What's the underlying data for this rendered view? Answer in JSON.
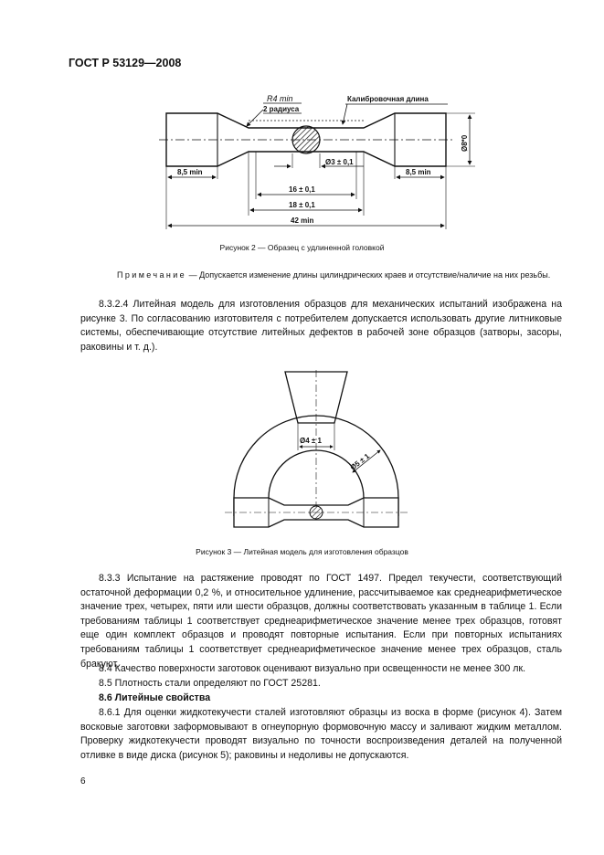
{
  "header": "ГОСТ Р 53129—2008",
  "figure2": {
    "labels": {
      "r4": "R4 min",
      "radii": "2 радиуса",
      "calib": "Калибровочная длина",
      "diam_head": "Ø8*0",
      "left_len": "8,5 min",
      "right_len": "8,5 min",
      "d3": "Ø3 ± 0,1",
      "l16": "16 ± 0,1",
      "l18": "18 ± 0,1",
      "l42": "42 min"
    },
    "caption": "Рисунок 2 — Образец с удлиненной головкой"
  },
  "note": {
    "label": "Примечание",
    "text": " — Допускается изменение длины цилиндрических краев и отсутствие/наличие на них резьбы."
  },
  "p_8324": "8.3.2.4 Литейная модель для изготовления образцов для механических испытаний изображена на рисунке 3. По согласованию изготовителя с потребителем допускается использовать другие литниковые системы, обеспечивающие отсутствие литейных дефектов в рабочей зоне образцов (затворы, засоры, раковины и т. д.).",
  "figure3": {
    "labels": {
      "d4": "Ø4 ± 1",
      "d5": "Ø5 ± 1"
    },
    "caption": "Рисунок 3 — Литейная модель для изготовления образцов"
  },
  "p_833": "8.3.3 Испытание на растяжение проводят по ГОСТ 1497. Предел текучести, соответствующий остаточной деформации 0,2 %, и относительное удлинение, рассчитываемое как среднеарифметическое значение трех, четырех, пяти или шести образцов, должны соответствовать указанным в таблице 1. Если требованиям таблицы 1 соответствует среднеарифметическое значение менее трех образцов, готовят еще один комплект образцов и проводят повторные испытания. Если при повторных испытаниях требованиям таблицы 1 соответствует среднеарифметическое значение менее трех образцов, сталь бракуют.",
  "p_84": "8.4 Качество поверхности заготовок оценивают визуально при освещенности не менее 300 лк.",
  "p_85": "8.5 Плотность стали определяют по ГОСТ 25281.",
  "h_86": "8.6 Литейные свойства",
  "p_861": "8.6.1 Для оценки жидкотекучести сталей изготовляют образцы из воска в форме (рисунок 4). Затем восковые заготовки заформовывают в огнеупорную формовочную массу и заливают жидким металлом. Проверку жидкотекучести проводят визуально по точности воспроизведения деталей на полученной отливке в виде диска (рисунок 5); раковины и недоливы не допускаются.",
  "page_number": "6"
}
